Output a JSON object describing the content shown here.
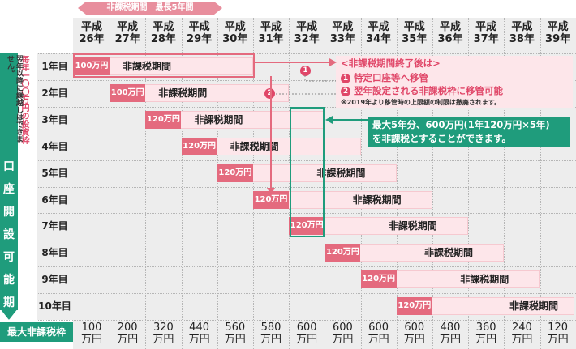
{
  "period_banner": "非課税期間　最長5年間",
  "years": [
    {
      "era": "平成",
      "year": "26年"
    },
    {
      "era": "平成",
      "year": "27年"
    },
    {
      "era": "平成",
      "year": "28年"
    },
    {
      "era": "平成",
      "year": "29年"
    },
    {
      "era": "平成",
      "year": "30年"
    },
    {
      "era": "平成",
      "year": "31年"
    },
    {
      "era": "平成",
      "year": "32年"
    },
    {
      "era": "平成",
      "year": "33年"
    },
    {
      "era": "平成",
      "year": "34年"
    },
    {
      "era": "平成",
      "year": "35年"
    },
    {
      "era": "平成",
      "year": "36年"
    },
    {
      "era": "平成",
      "year": "37年"
    },
    {
      "era": "平成",
      "year": "38年"
    },
    {
      "era": "平成",
      "year": "39年"
    }
  ],
  "rows": [
    {
      "label": "1年目",
      "amount": "100万円",
      "period": "非課税期間"
    },
    {
      "label": "2年目",
      "amount": "100万円",
      "period": "非課税期間"
    },
    {
      "label": "3年目",
      "amount": "120万円",
      "period": "非課税期間"
    },
    {
      "label": "4年目",
      "amount": "120万円",
      "period": "非課税期間"
    },
    {
      "label": "5年目",
      "amount": "120万円",
      "period": "非課税期間"
    },
    {
      "label": "6年目",
      "amount": "120万円",
      "period": "非課税期間"
    },
    {
      "label": "7年目",
      "amount": "120万円",
      "period": "非課税期間"
    },
    {
      "label": "8年目",
      "amount": "120万円",
      "period": "非課税期間"
    },
    {
      "label": "9年目",
      "amount": "120万円",
      "period": "非課税期間"
    },
    {
      "label": "10年目",
      "amount": "120万円",
      "period": "非課税期間"
    }
  ],
  "side_label": "口座開設可能期間",
  "side_note_red": "毎年一〇〇万円の投資枠",
  "side_note_black": "翌年以降に繰越しはできません。",
  "limit_label": "最大非課税枠",
  "limits": [
    {
      "value": "100",
      "unit": "万円"
    },
    {
      "value": "200",
      "unit": "万円"
    },
    {
      "value": "320",
      "unit": "万円"
    },
    {
      "value": "440",
      "unit": "万円"
    },
    {
      "value": "560",
      "unit": "万円"
    },
    {
      "value": "580",
      "unit": "万円"
    },
    {
      "value": "600",
      "unit": "万円"
    },
    {
      "value": "600",
      "unit": "万円"
    },
    {
      "value": "600",
      "unit": "万円"
    },
    {
      "value": "600",
      "unit": "万円"
    },
    {
      "value": "480",
      "unit": "万円"
    },
    {
      "value": "360",
      "unit": "万円"
    },
    {
      "value": "240",
      "unit": "万円"
    },
    {
      "value": "120",
      "unit": "万円"
    }
  ],
  "callout_pink": {
    "title": "<非課税期間終了後は>",
    "item1": "特定口座等へ移管",
    "item2": "翌年設定される非課税枠に移管可能",
    "note": "※2019年より移管時の上限額の制限は撤廃されます。",
    "marker1": "1",
    "marker2": "2"
  },
  "callout_green": {
    "line1": "最大5年分、600万円(1年120万円×5年)",
    "line2": "を非課税とすることができます。"
  },
  "colors": {
    "green": "#1f9c7c",
    "pink": "#e46a7e",
    "light_pink": "#fde6ea",
    "red_text": "#e04668"
  }
}
